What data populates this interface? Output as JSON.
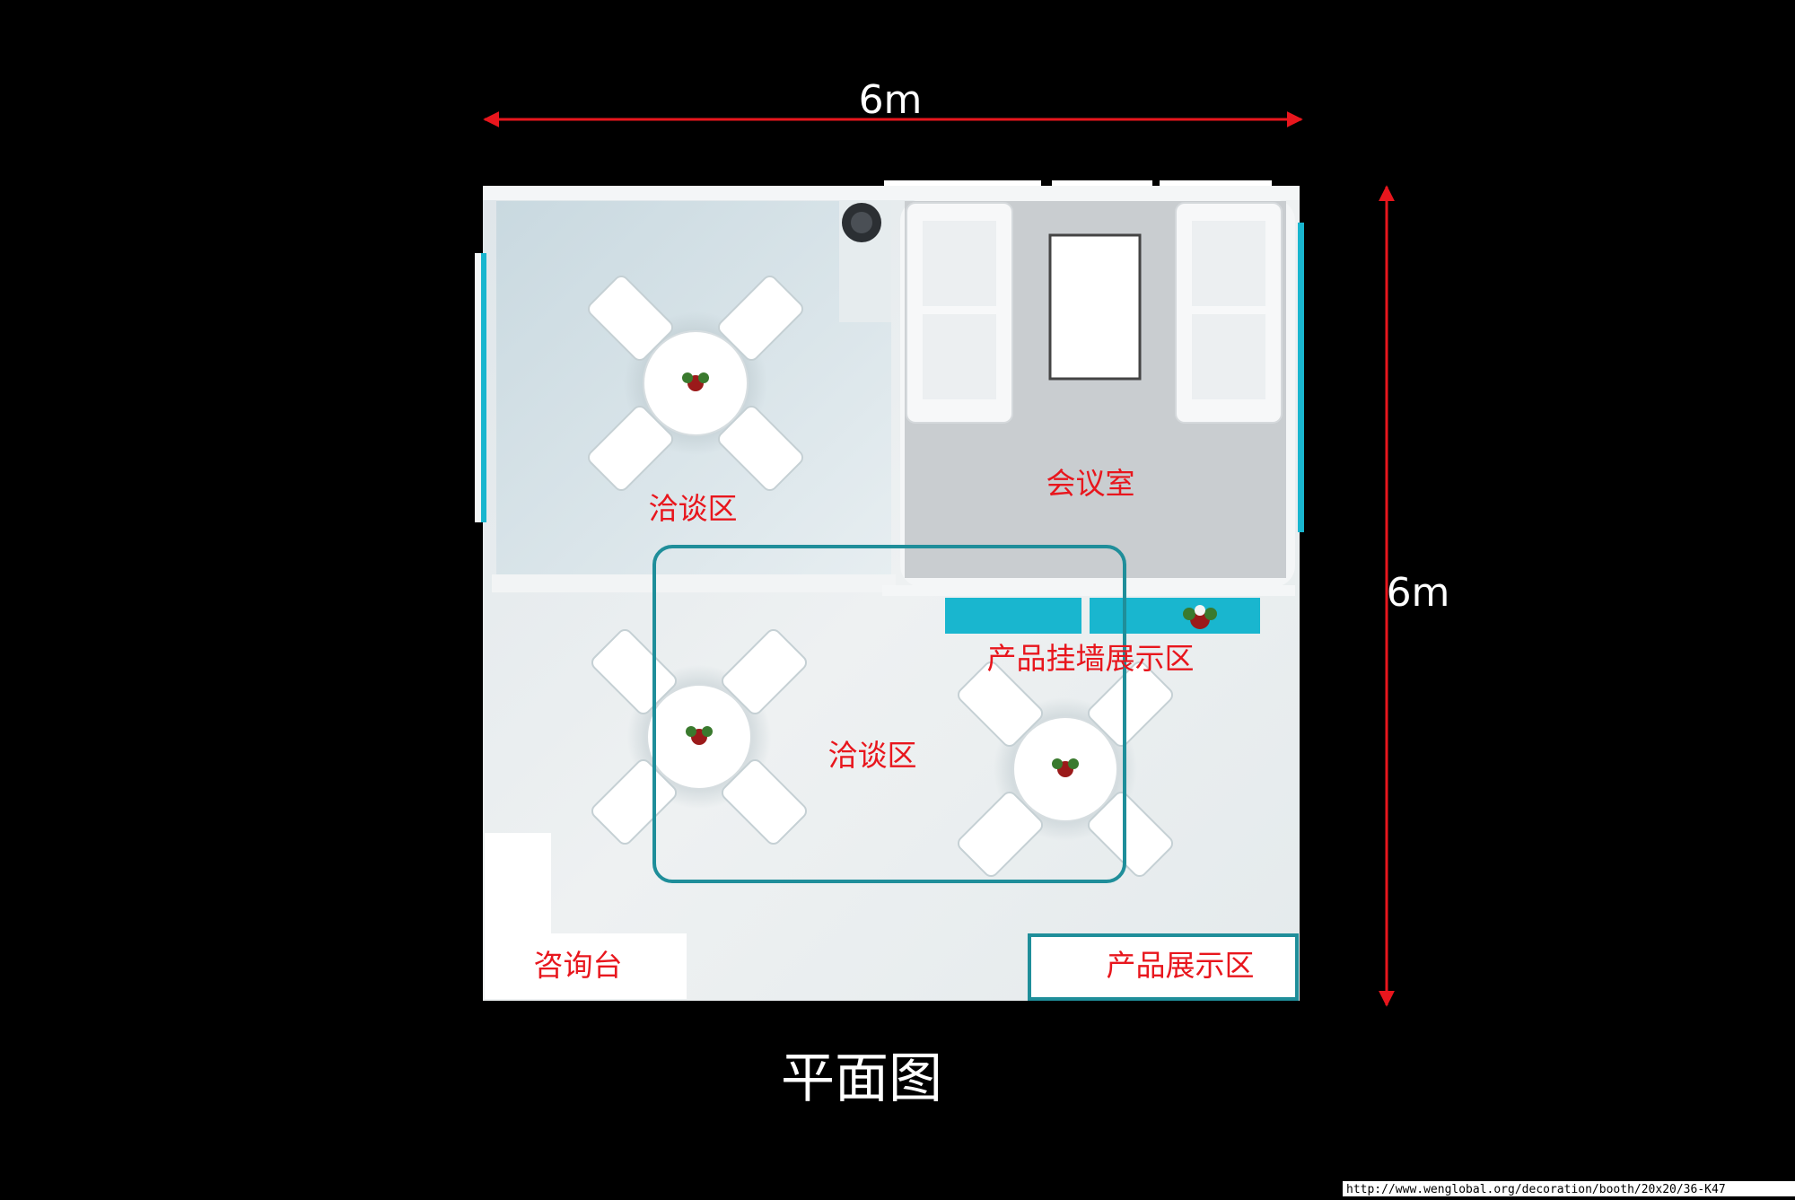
{
  "dimensions": {
    "width": "6m",
    "height": "6m"
  },
  "zones": {
    "negotiation_upper": "洽谈区",
    "meeting_room": "会议室",
    "wall_display": "产品挂墙展示区",
    "negotiation_center": "洽谈区",
    "reception_desk": "咨询台",
    "product_display": "产品展示区"
  },
  "title": "平面图",
  "watermark_url": "http://www.wenglobal.org/decoration/booth/20x20/36-K47",
  "colors": {
    "background": "#000000",
    "dimension_arrow": "#e8161d",
    "zone_label": "#e8161d",
    "outline": "#1f8e9a",
    "panel": "#19b6cf"
  }
}
